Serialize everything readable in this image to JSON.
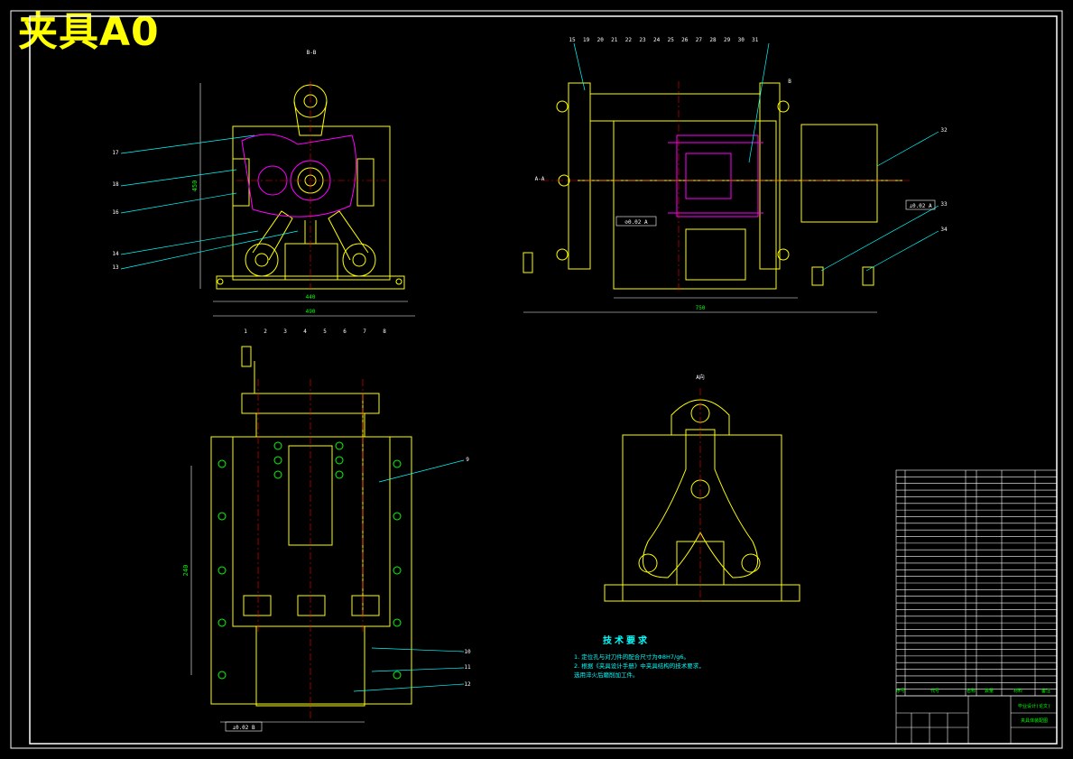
{
  "title": "夹具A0",
  "view_labels": {
    "top_left": "B-B",
    "top_right": "B",
    "top_right_side": "A-A",
    "bottom_right": "A向"
  },
  "balloons": {
    "front_view": [
      "17",
      "18",
      "16",
      "14",
      "13"
    ],
    "top_view": [
      "15",
      "19",
      "20",
      "21",
      "22",
      "23",
      "24",
      "25",
      "26",
      "27",
      "28",
      "29",
      "30",
      "31"
    ],
    "top_view_right": [
      "32",
      "33",
      "34"
    ],
    "bottom_view_top": [
      "1",
      "2",
      "3",
      "4",
      "5",
      "6",
      "7",
      "8"
    ],
    "bottom_view_right": [
      "9",
      "10",
      "11",
      "12"
    ]
  },
  "dimensions": {
    "front_height": "450",
    "front_width": "440",
    "front_overall": "490",
    "top_overall": "750",
    "bottom_height": "240"
  },
  "tolerance_frames": [
    "⊘0.02 A",
    "⊥0.02 A",
    "⊥0.02 B"
  ],
  "technical_requirements": {
    "heading": "技术要求",
    "items": [
      "1. 定位孔与对刀件的配合尺寸为Φ8H7/g6。",
      "2. 根据《夹具设计手册》中夹具结构的技术要求，",
      "   选用淬火后磨削加工件。"
    ]
  },
  "title_block": {
    "school": "毕业设计(论文)",
    "drawing_name": "夹具体装配图",
    "labels": [
      "序号",
      "代号",
      "名称",
      "数量",
      "材料",
      "备注"
    ]
  },
  "colors": {
    "outline": "#ffff00",
    "leader": "#00ffff",
    "hidden": "#ff00ff",
    "centerline": "#ff0000",
    "text": "#00ff00",
    "border": "#ffffff"
  }
}
